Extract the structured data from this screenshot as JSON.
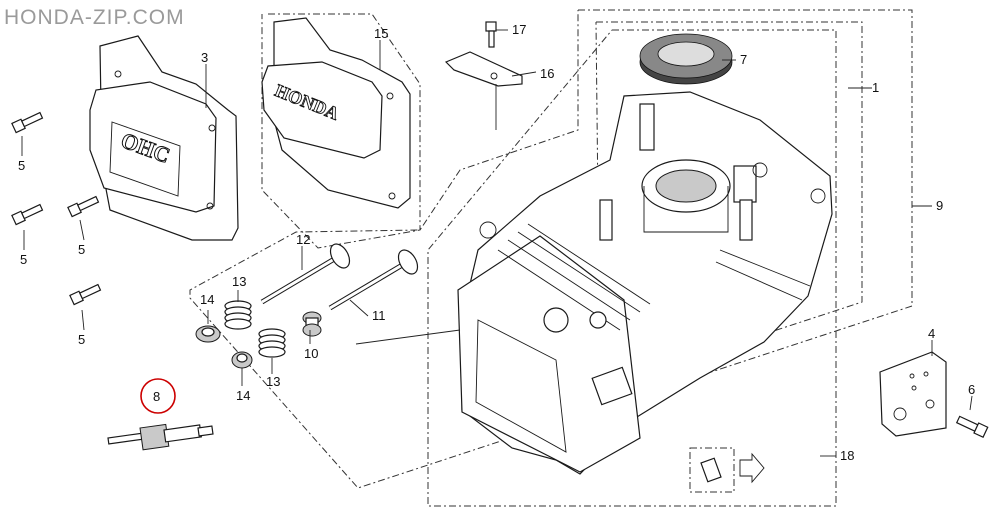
{
  "watermark": "HONDA-ZIP.COM",
  "emboss": {
    "rocker_cover": "OHC",
    "cover_upper": "HONDA"
  },
  "highlight_color": "#cc0000",
  "callouts": [
    {
      "id": "c1",
      "label": "1"
    },
    {
      "id": "c3",
      "label": "3"
    },
    {
      "id": "c4",
      "label": "4"
    },
    {
      "id": "c5a",
      "label": "5"
    },
    {
      "id": "c5b",
      "label": "5"
    },
    {
      "id": "c5c",
      "label": "5"
    },
    {
      "id": "c5d",
      "label": "5"
    },
    {
      "id": "c6",
      "label": "6"
    },
    {
      "id": "c7",
      "label": "7"
    },
    {
      "id": "c8",
      "label": "8"
    },
    {
      "id": "c9",
      "label": "9"
    },
    {
      "id": "c10",
      "label": "10"
    },
    {
      "id": "c11",
      "label": "11"
    },
    {
      "id": "c12",
      "label": "12"
    },
    {
      "id": "c13a",
      "label": "13"
    },
    {
      "id": "c13b",
      "label": "13"
    },
    {
      "id": "c14a",
      "label": "14"
    },
    {
      "id": "c14b",
      "label": "14"
    },
    {
      "id": "c15",
      "label": "15"
    },
    {
      "id": "c16",
      "label": "16"
    },
    {
      "id": "c17",
      "label": "17"
    },
    {
      "id": "c18",
      "label": "18"
    }
  ]
}
